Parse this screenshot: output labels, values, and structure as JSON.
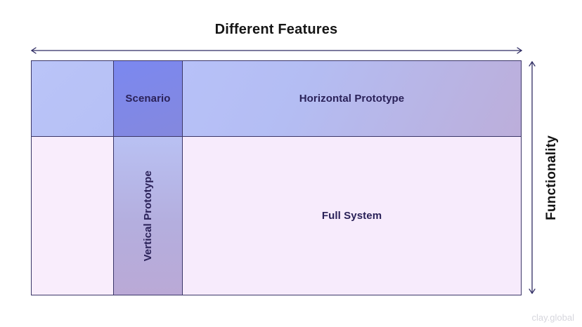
{
  "axes": {
    "x_label": "Different Features",
    "y_label": "Functionality"
  },
  "matrix": {
    "cells": [
      {
        "id": "unlabeled-top-left",
        "label": ""
      },
      {
        "id": "scenario",
        "label": "Scenario"
      },
      {
        "id": "horizontal-prototype",
        "label": "Horizontal Prototype"
      },
      {
        "id": "unlabeled-bottom-left",
        "label": ""
      },
      {
        "id": "vertical-prototype",
        "label": "Vertical Prototype"
      },
      {
        "id": "full-system",
        "label": "Full System"
      }
    ]
  },
  "colors": {
    "border": "#3b3668",
    "arrow": "#2f2c63",
    "cell_top_left": "#b8c2f7",
    "cell_scenario_gradient_start": "#7b88f0",
    "cell_scenario_gradient_end": "#8488de",
    "cell_horizontal_prototype_gradient_start": "#b7c1f8",
    "cell_horizontal_prototype_gradient_end": "#bcaeda",
    "cell_bottom_left": "#f9edfc",
    "cell_vertical_prototype_gradient_start": "#b9c1f3",
    "cell_vertical_prototype_gradient_end": "#baa9d6",
    "cell_full_system": "#f7ebfc",
    "label_text": "#2a2158",
    "axis_text": "#141414",
    "watermark_text": "#d6d6dd"
  },
  "watermark": "clay.global"
}
